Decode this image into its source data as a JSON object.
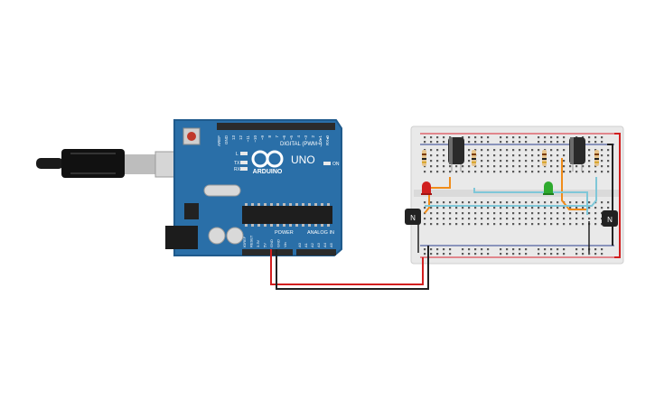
{
  "colors": {
    "board_blue": "#2a6fa8",
    "board_edge": "#1f5a8c",
    "header_black": "#2b2b2b",
    "breadboard": "#e9e9e9",
    "rail_red": "#d9232e",
    "rail_blue": "#2b3f8f",
    "wire_red": "#d21f1f",
    "wire_black": "#222222",
    "wire_orange": "#f08c1a",
    "wire_teal": "#7fc7d8",
    "led_red": "#d01f1f",
    "led_green": "#2eaa2e"
  },
  "board": {
    "brand": "ARDUINO",
    "model": "UNO",
    "digital_label": "DIGITAL (PWM~)",
    "power_label": "POWER",
    "analog_label": "ANALOG IN",
    "on_label": "ON",
    "tx_label": "TX",
    "rx_label": "RX",
    "l_label": "L",
    "digital_pins": [
      "AREF",
      "GND",
      "13",
      "12",
      "~11",
      "~10",
      "~9",
      "8",
      "7",
      "~6",
      "~5",
      "4",
      "~3",
      "2",
      "TX▸1",
      "RX◂0"
    ],
    "power_pins": [
      "IOREF",
      "RESET",
      "3.3V",
      "5V",
      "GND",
      "GND",
      "Vin"
    ],
    "analog_pins": [
      "A0",
      "A1",
      "A2",
      "A3",
      "A4",
      "A5"
    ]
  },
  "components": {
    "transistor_label": "N"
  }
}
